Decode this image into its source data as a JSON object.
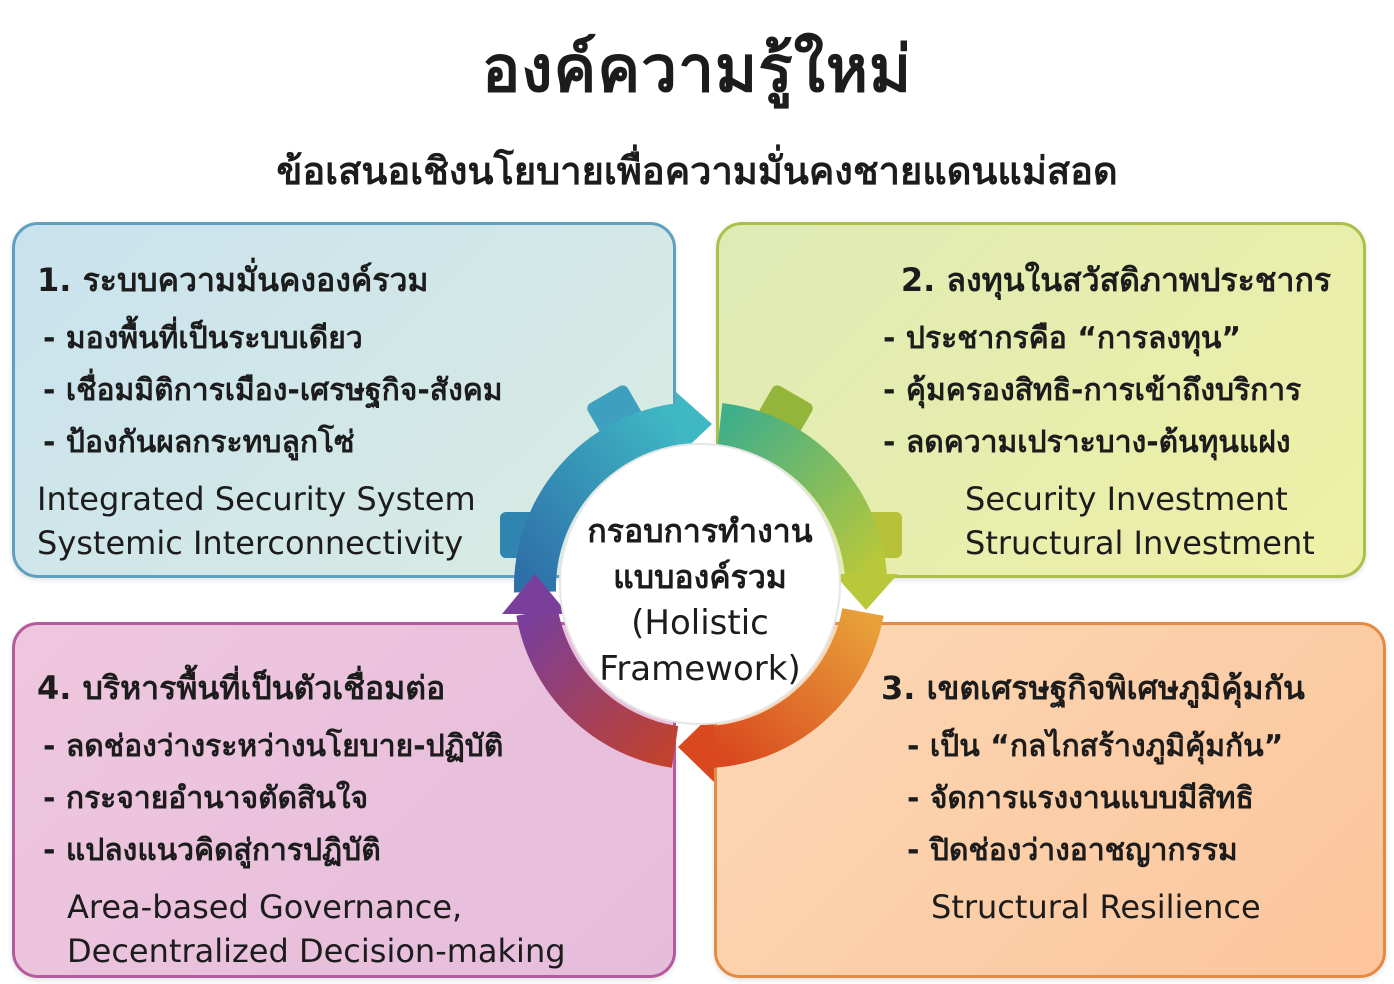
{
  "title": "องค์ความรู้ใหม่",
  "subtitle": "ข้อเสนอเชิงนโยบายเพื่อความมั่นคงชายแดนแม่สอด",
  "center": {
    "line1": "กรอบการทำงาน",
    "line2": "แบบองค์รวม",
    "line3": "(Holistic",
    "line4": "Framework)"
  },
  "quadrants": [
    {
      "heading": "1. ระบบความมั่นคงองค์รวม",
      "items": [
        "มองพื้นที่เป็นระบบเดียว",
        "เชื่อมมิติการเมือง-เศรษฐกิจ-สังคม",
        "ป้องกันผลกระทบลูกโซ่"
      ],
      "english": [
        "Integrated Security System",
        "Systemic Interconnectivity"
      ],
      "color": "#5f9fc0"
    },
    {
      "heading": "2. ลงทุนในสวัสดิภาพประชากร",
      "items": [
        "ประชากรคือ “การลงทุน”",
        "คุ้มครองสิทธิ-การเข้าถึงบริการ",
        "ลดความเปราะบาง-ต้นทุนแฝง"
      ],
      "english": [
        "Security Investment",
        "Structural Investment"
      ],
      "color": "#a9c14a"
    },
    {
      "heading": "3. เขตเศรษฐกิจพิเศษภูมิคุ้มกัน",
      "items": [
        "เป็น “กลไกสร้างภูมิคุ้มกัน”",
        "จัดการแรงงานแบบมีสิทธิ",
        "ปิดช่องว่างอาชญากรรม"
      ],
      "english": [
        "Structural Resilience"
      ],
      "color": "#e48a43"
    },
    {
      "heading": "4. บริหารพื้นที่เป็นตัวเชื่อมต่อ",
      "items": [
        "ลดช่องว่างระหว่างนโยบาย-ปฏิบัติ",
        "กระจายอำนาจตัดสินใจ",
        "แปลงแนวคิดสู่การปฏิบัติ"
      ],
      "english": [
        "Area-based Governance,",
        "Decentralized Decision-making"
      ],
      "color": "#b45ba0"
    }
  ]
}
